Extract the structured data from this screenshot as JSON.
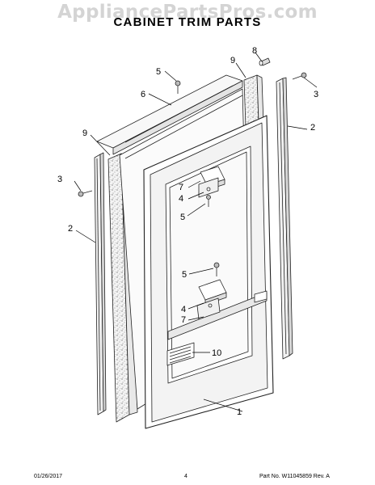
{
  "watermark": "AppliancePartsPros.com",
  "title": "CABINET TRIM PARTS",
  "callouts": {
    "c1": "1",
    "c2a": "2",
    "c2b": "2",
    "c3a": "3",
    "c3b": "3",
    "c4a": "4",
    "c4b": "4",
    "c5a": "5",
    "c5b": "5",
    "c5c": "5",
    "c6": "6",
    "c7a": "7",
    "c7b": "7",
    "c8": "8",
    "c9a": "9",
    "c9b": "9",
    "c10": "10"
  },
  "footer": {
    "date": "01/26/2017",
    "page": "4",
    "part": "Part No. W11045859  Rev. A"
  }
}
